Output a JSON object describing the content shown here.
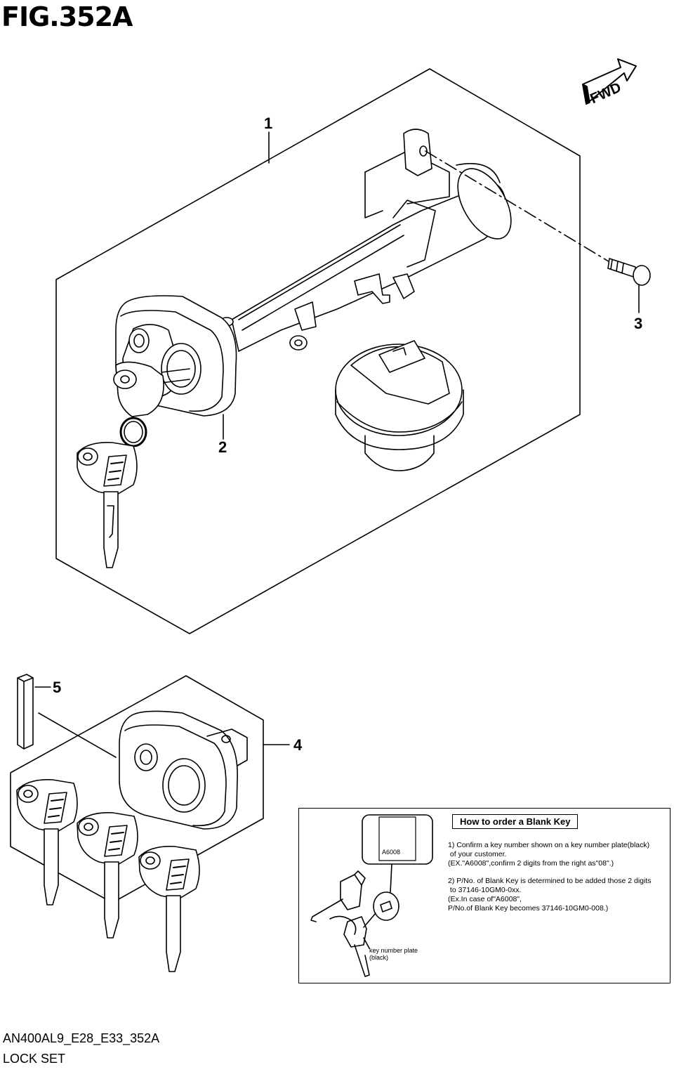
{
  "figure": {
    "title": "FIG.352A",
    "fwd_label": "FWD"
  },
  "callouts": [
    "1",
    "2",
    "3",
    "4",
    "5"
  ],
  "blank_key_note": {
    "heading": "How to order a Blank Key",
    "step1": "1) Confirm a key number shown on a key number plate(black)\n of your customer.\n(EX.\"A6008\",confirm 2 digits from the right as\"08\".)",
    "step2": "2) P/No. of Blank Key is determined to be added those 2 digits\n to 37146-10GM0-0xx.\n(Ex.In case of\"A6008\",\nP/No.of Blank Key becomes 37146-10GM0-008.)",
    "plate_code": "A6008",
    "plate_label": "key number plate\n(black)"
  },
  "footer": {
    "code": "AN400AL9_E28_E33_352A",
    "name": "LOCK SET"
  }
}
